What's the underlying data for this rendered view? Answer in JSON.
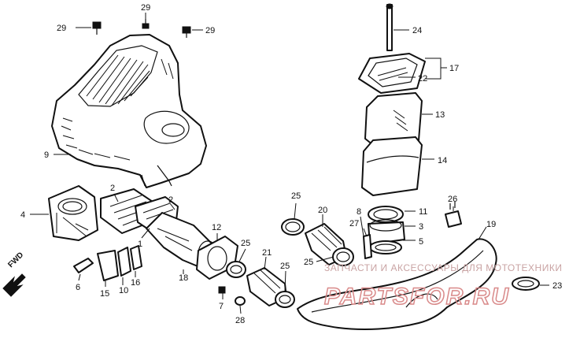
{
  "callouts": {
    "c29a": "29",
    "c29b": "29",
    "c29c": "29",
    "c24": "24",
    "c17": "17",
    "c22": "22",
    "c13": "13",
    "c14": "14",
    "c9": "9",
    "c2a": "2",
    "c2b": "2",
    "c4": "4",
    "c1": "1",
    "c6a": "6",
    "c15": "15",
    "c10": "10",
    "c16": "16",
    "c12": "12",
    "c18": "18",
    "c25a": "25",
    "c20": "20",
    "c8": "8",
    "c11": "11",
    "c3": "3",
    "c27": "27",
    "c5": "5",
    "c26": "26",
    "c19": "19",
    "c25b": "25",
    "c21": "21",
    "c25c": "25",
    "c25d": "25",
    "c7": "7",
    "c28": "28",
    "c23": "23"
  },
  "fwd_label": "FWD",
  "watermark": {
    "line1": "ЗАПЧАСТИ И АКСЕССУАРЫ ДЛЯ МОТОТЕХНИКИ",
    "logo": "PARTSFOR.RU"
  }
}
